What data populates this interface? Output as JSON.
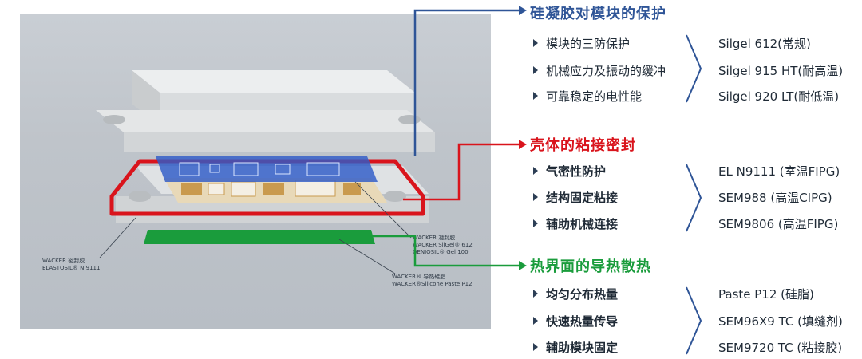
{
  "sections": [
    {
      "title": "硅凝胶对模块的保护",
      "color": "#2f5597",
      "items": [
        "模块的三防保护",
        "机械应力及振动的缓冲",
        "可靠稳定的电性能"
      ],
      "products": [
        "Silgel 612(常规)",
        "Silgel 915 HT(耐高温)",
        "Silgel 920 LT(耐低温)"
      ]
    },
    {
      "title": "壳体的粘接密封",
      "color": "#d9141c",
      "items": [
        "气密性防护",
        "结构固定粘接",
        "辅助机械连接"
      ],
      "products": [
        "EL N9111 (室温FIPG)",
        "SEM988 (高温CIPG)",
        "SEM9806 (高温FIPG)"
      ]
    },
    {
      "title": "热界面的导热散热",
      "color": "#1a9c3c",
      "items": [
        "均匀分布热量",
        "快速热量传导",
        "辅助模块固定"
      ],
      "products": [
        "Paste P12 (硅脂)",
        "SEM96X9 TC (填缝剂)",
        "SEM9720 TC (粘接胶)"
      ]
    }
  ],
  "figure_labels": {
    "sealant": {
      "line1": "WACKER 密封胶",
      "line2": "ELASTOSIL® N 9111"
    },
    "gel": {
      "line1": "WACKER 凝封胶",
      "line2": "WACKER SilGel® 612",
      "line3": "GENIOSIL® Gel 100"
    },
    "paste": {
      "line1": "WACKER® 导热硅脂",
      "line2": "WACKER®Silicone Paste P12"
    }
  }
}
